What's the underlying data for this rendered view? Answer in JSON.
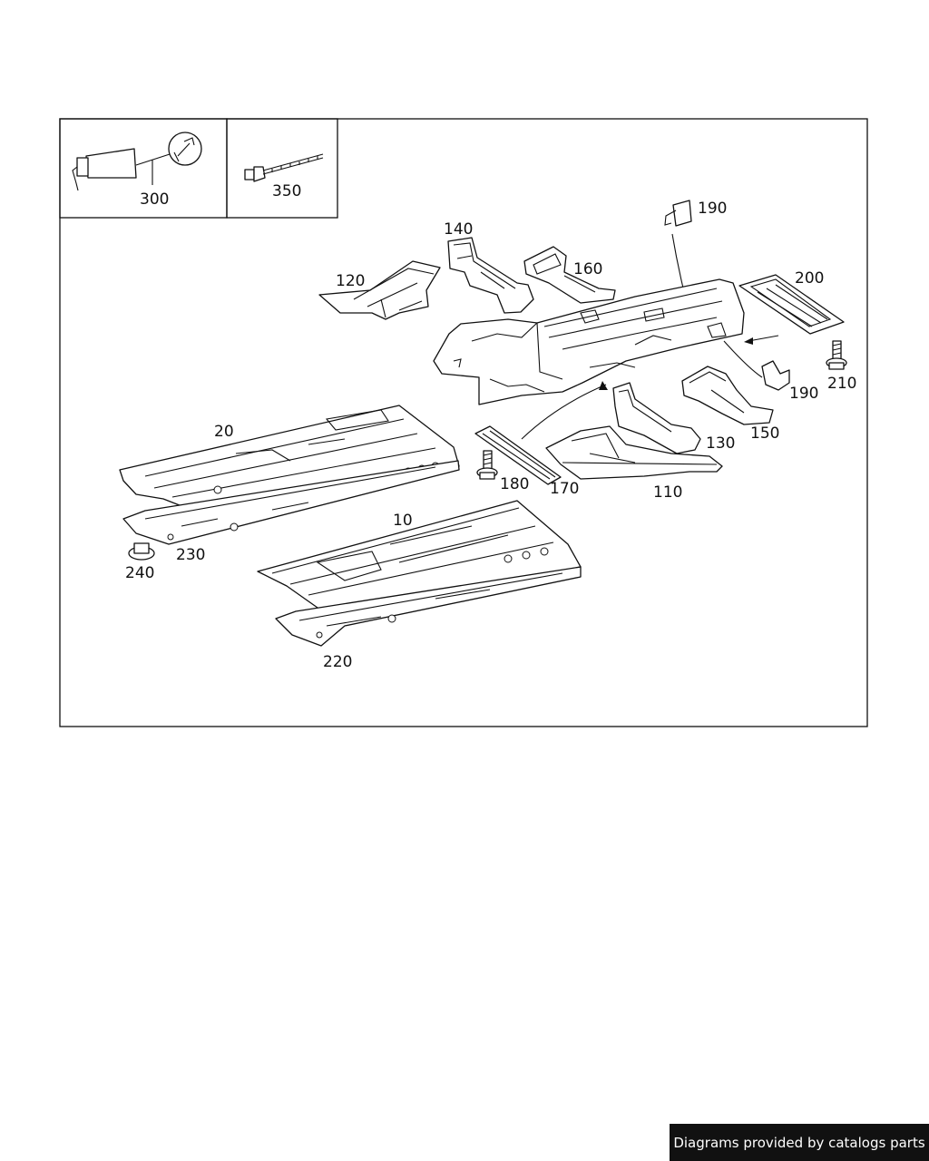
{
  "callouts": {
    "c10": "10",
    "c20": "20",
    "c110": "110",
    "c120": "120",
    "c130": "130",
    "c140": "140",
    "c150": "150",
    "c160": "160",
    "c170": "170",
    "c180": "180",
    "c190a": "190",
    "c190b": "190",
    "c200": "200",
    "c210": "210",
    "c220": "220",
    "c230": "230",
    "c240": "240",
    "c300": "300",
    "c350": "350"
  },
  "footer": {
    "text": "Diagrams provided by catalogs parts"
  }
}
